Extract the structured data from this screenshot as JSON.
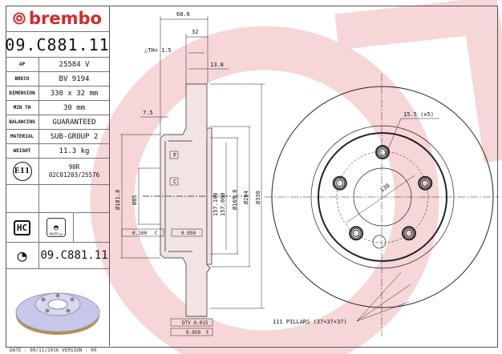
{
  "brand": "brembo",
  "part_number": "09.C881.11",
  "specs": [
    {
      "label": "AP",
      "value": "25584 V"
    },
    {
      "label": "BRECO",
      "value": "BV 9194"
    },
    {
      "label": "DIMENSION",
      "value": "330 x 32 mm"
    },
    {
      "label": "MIN TH",
      "value": "30 mm"
    },
    {
      "label": "BALANCING",
      "value": "GUARANTEED"
    },
    {
      "label": "MATERIAL",
      "value": "SUB-GROUP 2"
    },
    {
      "label": "WEIGHT",
      "value": "11.3 kg"
    }
  ],
  "homologation": {
    "mark": "E11",
    "line1": "90R",
    "line2": "02C01203/25576"
  },
  "badges": {
    "hc": "HC",
    "pvt": "PVTPlus"
  },
  "part_number_bottom": "09.C881.11",
  "drawing": {
    "dim_68_6": "68.6",
    "dim_32": "32",
    "delta_th": "△TH= 1.5",
    "dim_13_8": "13.8",
    "dim_7_5": "7.5",
    "dia_181_8": "Ø181.8",
    "dia_85": "Ø85",
    "dia_157": "157.100",
    "dia_157b": "157.000",
    "dia_169_8": "Ø169.8",
    "dia_204": "Ø204",
    "dia_330": "Ø330",
    "datum_f": "F",
    "datum_c": "C",
    "tol_parallel": "0.100",
    "tol_parallel_ref": "C",
    "tol_flat": "0.050",
    "dtv": "DTV 0.015",
    "runout": "0.050",
    "runout_ref": "F",
    "holes": "15.5 (x5)",
    "pcd": "130",
    "pillars": "111 PILLARS (37+37+37)"
  },
  "colors": {
    "brand": "#d42a2a",
    "watermark": "#f6d4d6"
  },
  "footer": "DATE : 09/11/2016 VERSION : 00"
}
